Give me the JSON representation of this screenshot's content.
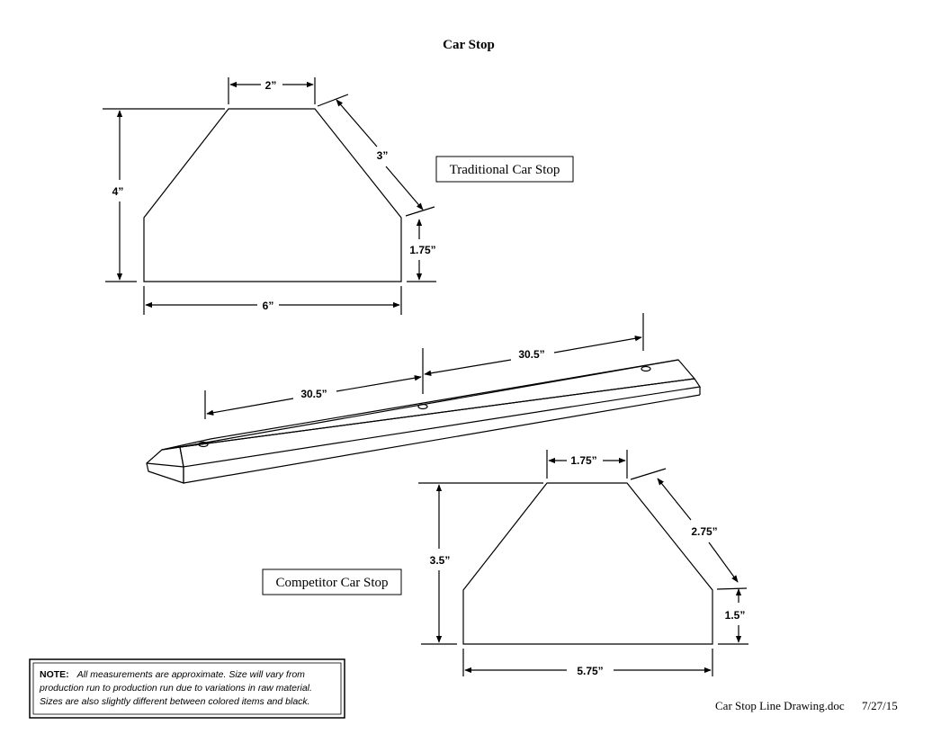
{
  "title": "Car Stop",
  "traditional": {
    "label": "Traditional Car Stop",
    "dims": {
      "top": "2”",
      "slope": "3”",
      "height": "4”",
      "side": "1.75”",
      "base": "6”"
    }
  },
  "bar": {
    "dims": {
      "left": "30.5”",
      "right": "30.5”"
    }
  },
  "competitor": {
    "label": "Competitor Car Stop",
    "dims": {
      "top": "1.75”",
      "slope": "2.75”",
      "height": "3.5”",
      "side": "1.5”",
      "base": "5.75”"
    }
  },
  "note": {
    "heading": "NOTE:",
    "line1": "All measurements are approximate.  Size will vary from",
    "line2": "production run to production run due to variations in raw material.",
    "line3": "Sizes are also slightly different between colored items and black."
  },
  "footer": {
    "filename": "Car Stop Line Drawing.doc",
    "date": "7/27/15"
  }
}
